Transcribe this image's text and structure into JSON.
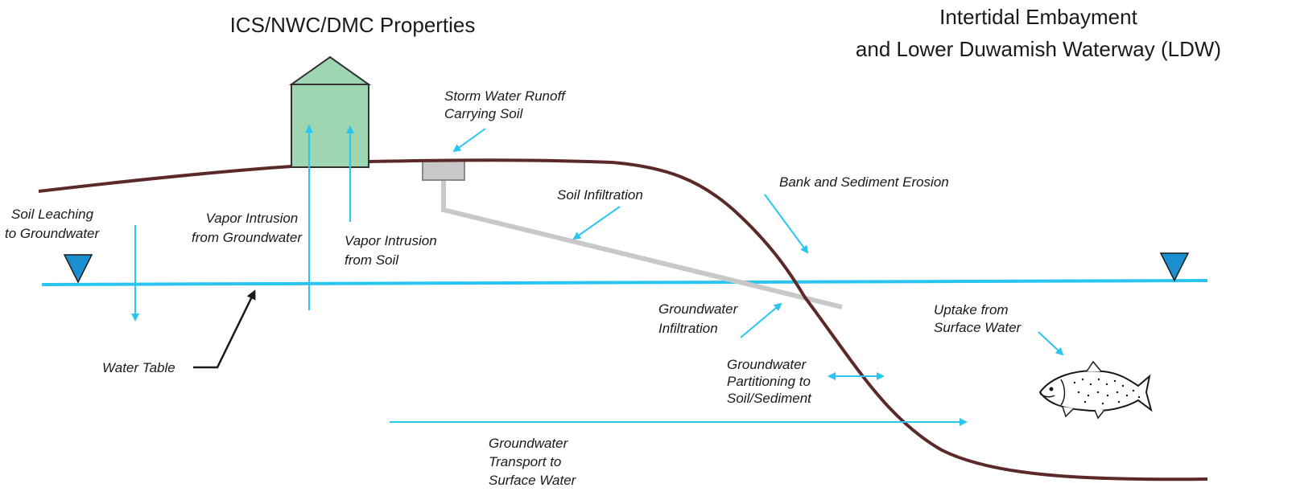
{
  "titles": {
    "left": "ICS/NWC/DMC Properties",
    "right_line1": "Intertidal Embayment",
    "right_line2": "and Lower Duwamish Waterway (LDW)"
  },
  "labels": {
    "storm_water": [
      "Storm Water Runoff",
      "Carrying Soil"
    ],
    "bank_erosion": [
      "Bank and Sediment Erosion"
    ],
    "soil_infiltration": [
      "Soil Infiltration"
    ],
    "soil_leaching": [
      "Soil Leaching",
      "to Groundwater"
    ],
    "vapor_gw": [
      "Vapor Intrusion",
      "from Groundwater"
    ],
    "vapor_soil": [
      "Vapor Intrusion",
      "from Soil"
    ],
    "water_table": [
      "Water Table"
    ],
    "gw_infiltration": [
      "Groundwater",
      "Infiltration"
    ],
    "gw_partitioning": [
      "Groundwater",
      "Partitioning to",
      "Soil/Sediment"
    ],
    "uptake": [
      "Uptake from",
      "Surface Water"
    ],
    "gw_transport": [
      "Groundwater",
      "Transport to",
      "Surface Water"
    ]
  },
  "colors": {
    "water": "#29c4f0",
    "ground": "#5b2a28",
    "building": "#9fd6b2",
    "pipe": "#c8c8c8",
    "text": "#1a1a1a"
  }
}
